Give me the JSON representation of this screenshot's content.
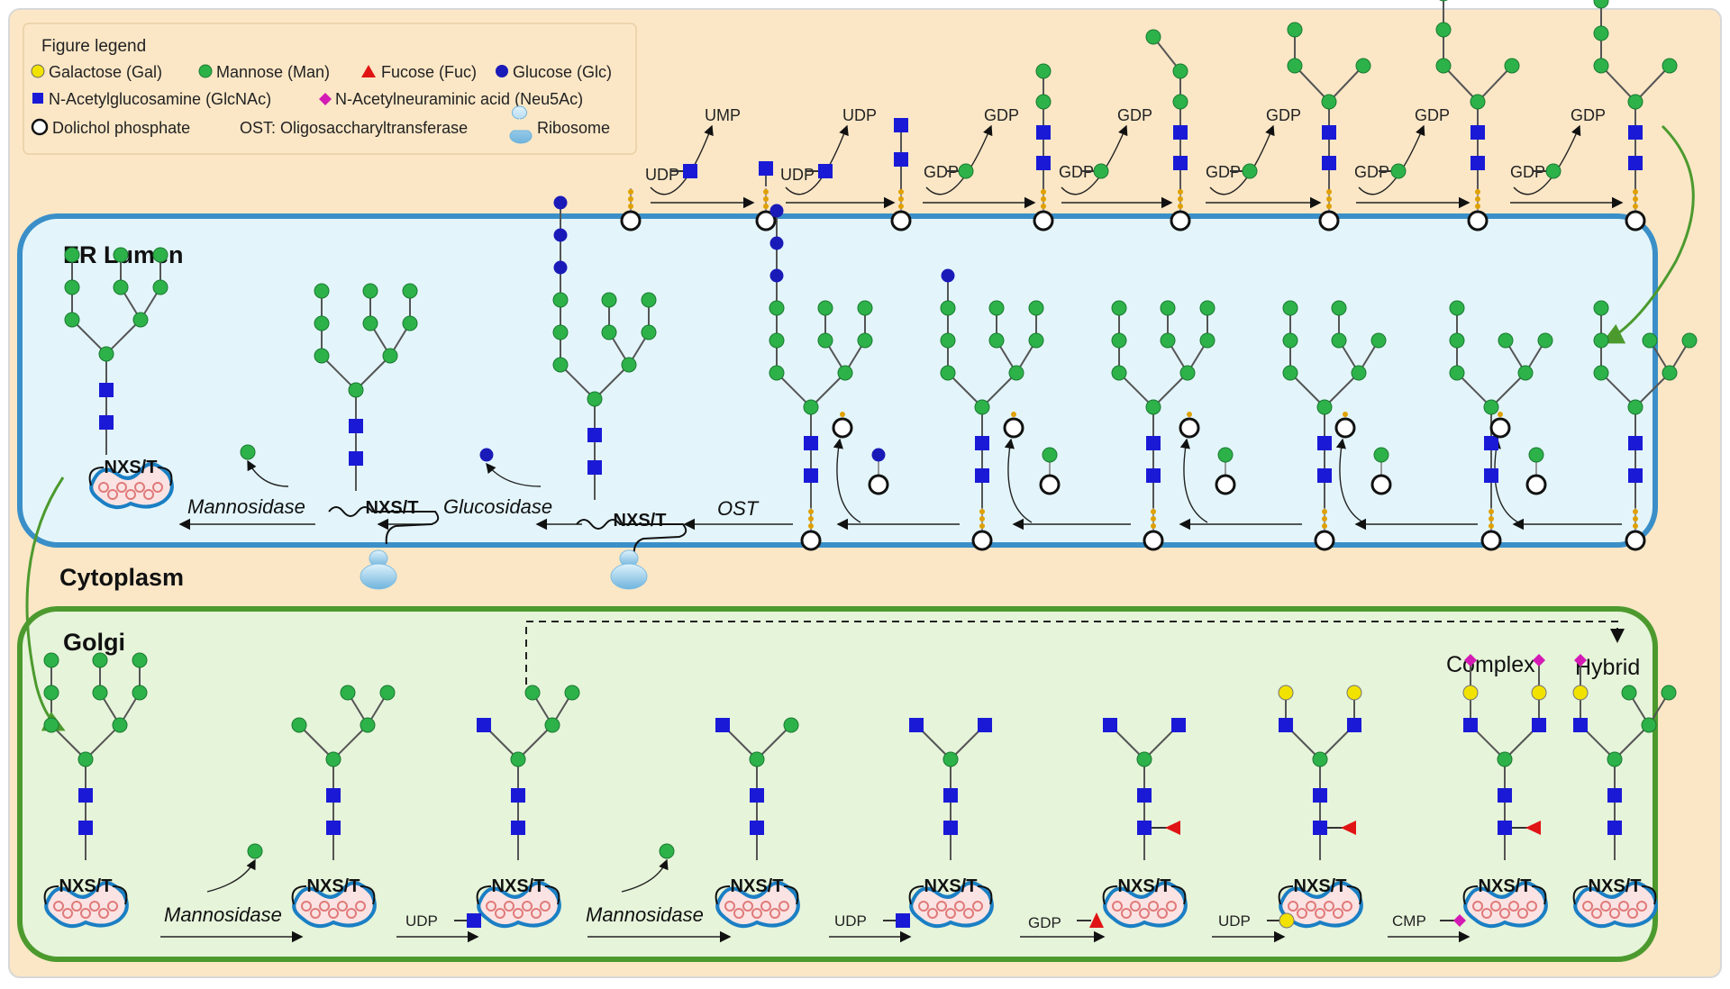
{
  "legend": {
    "title": "Figure legend",
    "gal": "Galactose (Gal)",
    "man": "Mannose (Man)",
    "fuc": "Fucose (Fuc)",
    "glc": "Glucose (Glc)",
    "glcnac": "N-Acetylglucosamine (GlcNAc)",
    "neu5ac": "N-Acetylneuraminic acid (Neu5Ac)",
    "dolichol": "Dolichol phosphate",
    "ost": "OST: Oligosaccharyltransferase",
    "ribosome": "Ribosome"
  },
  "compartments": {
    "er": "ER Lumen",
    "cytoplasm": "Cytoplasm",
    "golgi": "Golgi"
  },
  "cytoplasm_steps": {
    "donors": [
      "UDP",
      "UDP",
      "GDP",
      "GDP",
      "GDP",
      "GDP",
      "GDP"
    ],
    "products": [
      "UMP",
      "UDP",
      "GDP",
      "GDP",
      "GDP",
      "GDP",
      "GDP"
    ]
  },
  "er_enzymes": {
    "mannosidase": "Mannosidase",
    "glucosidase": "Glucosidase",
    "ost": "OST"
  },
  "sequon": "NXS/T",
  "golgi_steps": {
    "mannosidase_1": "Mannosidase",
    "mannosidase_2": "Mannosidase",
    "donors": [
      "UDP",
      "UDP",
      "GDP",
      "UDP",
      "CMP"
    ]
  },
  "outcomes": {
    "complex": "Complex",
    "hybrid": "Hybrid"
  },
  "colors": {
    "man": "#2db24a",
    "glc": "#1a1ab8",
    "glcnac": "#1a1ad6",
    "gal": "#f2e200",
    "fuc": "#e01414",
    "neu5ac": "#d41ab4",
    "cytoplasm_bg": "#fbe7c6",
    "er_bg": "#e3f5fb",
    "er_border": "#3a8fc8",
    "golgi_bg": "#e6f4da",
    "golgi_border": "#4c9a2e"
  }
}
